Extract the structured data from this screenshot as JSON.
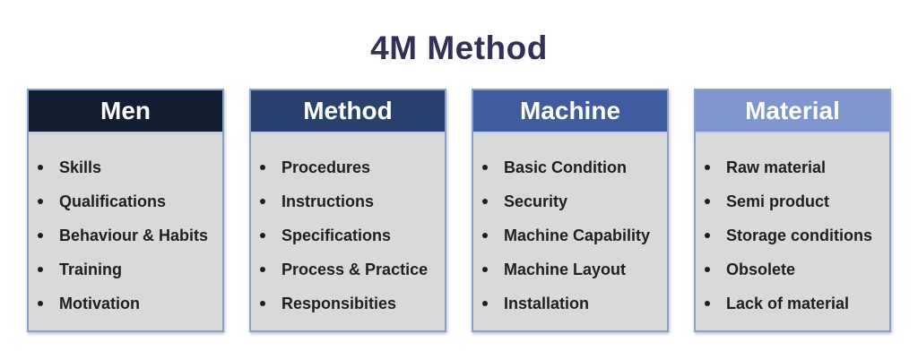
{
  "title": "4M Method",
  "colors": {
    "title_text": "#2f3254",
    "card_border": "#8aa0cc",
    "body_bg": "#d9d9d9",
    "header_text": "#ffffff",
    "item_text": "#1f1f1f"
  },
  "columns": [
    {
      "header": "Men",
      "header_color": "#141e33",
      "items": [
        "Skills",
        "Qualifications",
        "Behaviour & Habits",
        "Training",
        "Motivation"
      ]
    },
    {
      "header": "Method",
      "header_color": "#29426d",
      "items": [
        "Procedures",
        "Instructions",
        "Specifications",
        "Process & Practice",
        "Responsibities"
      ]
    },
    {
      "header": "Machine",
      "header_color": "#3e5c9e",
      "items": [
        "Basic Condition",
        "Security",
        "Machine Capability",
        "Machine Layout",
        "Installation"
      ]
    },
    {
      "header": "Material",
      "header_color": "#7e96cd",
      "items": [
        "Raw material",
        "Semi product",
        "Storage conditions",
        "Obsolete",
        "Lack of material"
      ]
    }
  ]
}
